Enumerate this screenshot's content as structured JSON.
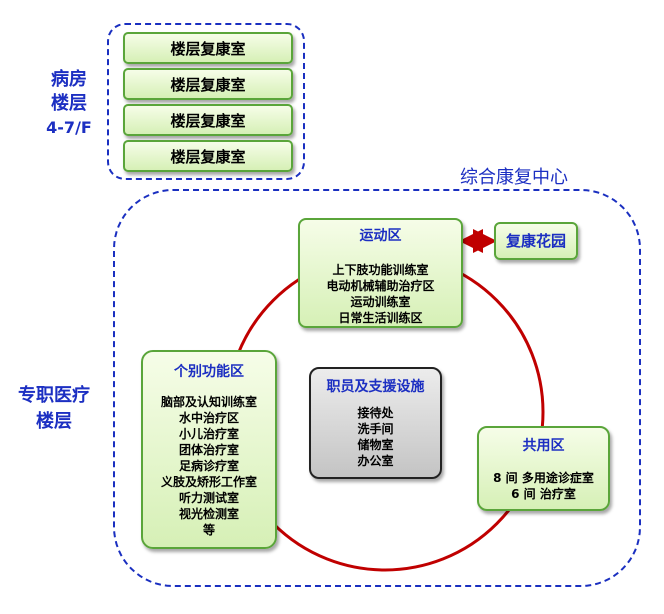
{
  "ward": {
    "label_line1": "病房",
    "label_line2": "楼层",
    "label_line3": "4-7/F",
    "floor_boxes": [
      "楼层复康室",
      "楼层复康室",
      "楼层复康室",
      "楼层复康室"
    ]
  },
  "specialty": {
    "label_line1": "专职医疗",
    "label_line2": "楼层"
  },
  "center": {
    "title": "综合康复中心"
  },
  "sports": {
    "title": "运动区",
    "items": [
      "上下肢功能训练室",
      "电动机械辅助治疗区",
      "运动训练室",
      "日常生活训练区"
    ]
  },
  "garden": {
    "title": "复康花园"
  },
  "individual": {
    "title": "个别功能区",
    "items": [
      "脑部及认知训练室",
      "水中治疗区",
      "小儿治疗室",
      "团体治疗室",
      "足病诊疗室",
      "义肢及矫形工作室",
      "听力测试室",
      "视光检测室",
      "等"
    ]
  },
  "staff": {
    "title": "职员及支援设施",
    "items": [
      "接待处",
      "洗手间",
      "储物室",
      "办公室"
    ]
  },
  "shared": {
    "title": "共用区",
    "items": [
      "8 间 多用途诊症室",
      "6 间 治疗室"
    ]
  },
  "colors": {
    "dash_blue": "#1a2fc0",
    "title_blue": "#1c2fc2",
    "circle_red": "#c00000",
    "box_border_green": "#5aa53a"
  }
}
